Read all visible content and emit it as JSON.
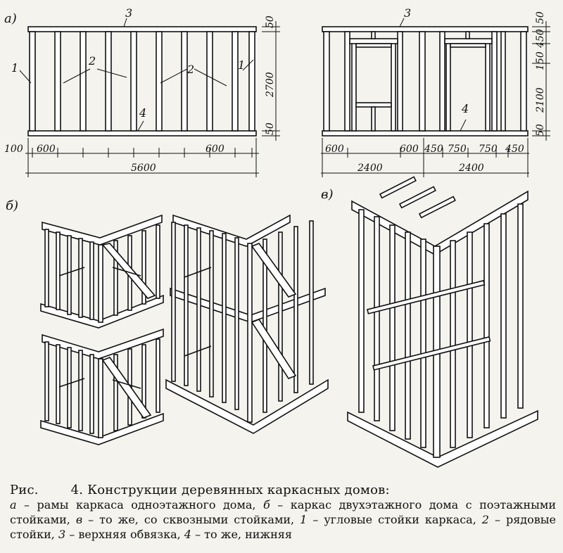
{
  "labels": {
    "a": "а)",
    "b": "б)",
    "v": "в)",
    "n1": "1",
    "n2": "2",
    "n3": "3",
    "n4": "4"
  },
  "dims_left": {
    "top": "50",
    "height": "2700",
    "bottom": "50",
    "offset": "100",
    "sp1": "600",
    "sp2": "600",
    "total": "5600"
  },
  "dims_right": {
    "d450": "450",
    "d150": "150",
    "d2100": "2100",
    "d50a": "50",
    "d50b": "50",
    "b600a": "600",
    "b600b": "600",
    "b450a": "450",
    "b750a": "750",
    "b750b": "750",
    "b450b": "450",
    "t2400a": "2400",
    "t2400b": "2400"
  },
  "caption": {
    "prefix": "Рис.",
    "number": "4.",
    "title": "Конструкции деревянных каркасных домов:",
    "a_mark": "а",
    "a_text": " – рамы каркаса одноэтажного дома, ",
    "b_mark": "б",
    "b_text": " – каркас двухэтажного дома с поэтажными стойками, ",
    "v_mark": "в",
    "v_text": " – то же, со сквозными стойками, ",
    "m1": "1",
    "t1": " – угловые стойки каркаса, ",
    "m2": "2",
    "t2": " – рядовые стойки, ",
    "m3": "3",
    "t3": " – верхняя обвязка, ",
    "m4": "4",
    "t4": " – то же, нижняя"
  }
}
